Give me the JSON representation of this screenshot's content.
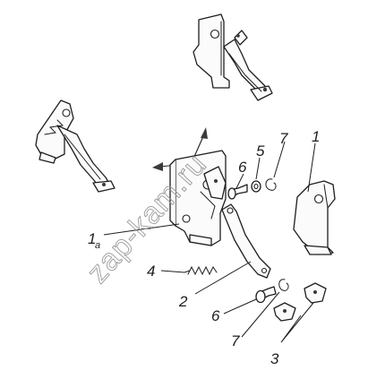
{
  "watermark": "zap-kam.ru",
  "callouts": [
    {
      "id": "1",
      "text": "1"
    },
    {
      "id": "1a",
      "text": "1",
      "sub": "a"
    },
    {
      "id": "2",
      "text": "2"
    },
    {
      "id": "3",
      "text": "3"
    },
    {
      "id": "4",
      "text": "4"
    },
    {
      "id": "5",
      "text": "5"
    },
    {
      "id": "6-top",
      "text": "6"
    },
    {
      "id": "6-bottom",
      "text": "6"
    },
    {
      "id": "7-top",
      "text": "7"
    },
    {
      "id": "7-bottom",
      "text": "7"
    }
  ],
  "colors": {
    "line": "#1e1e1e",
    "background": "#ffffff",
    "watermark": "#9a9a9a"
  }
}
